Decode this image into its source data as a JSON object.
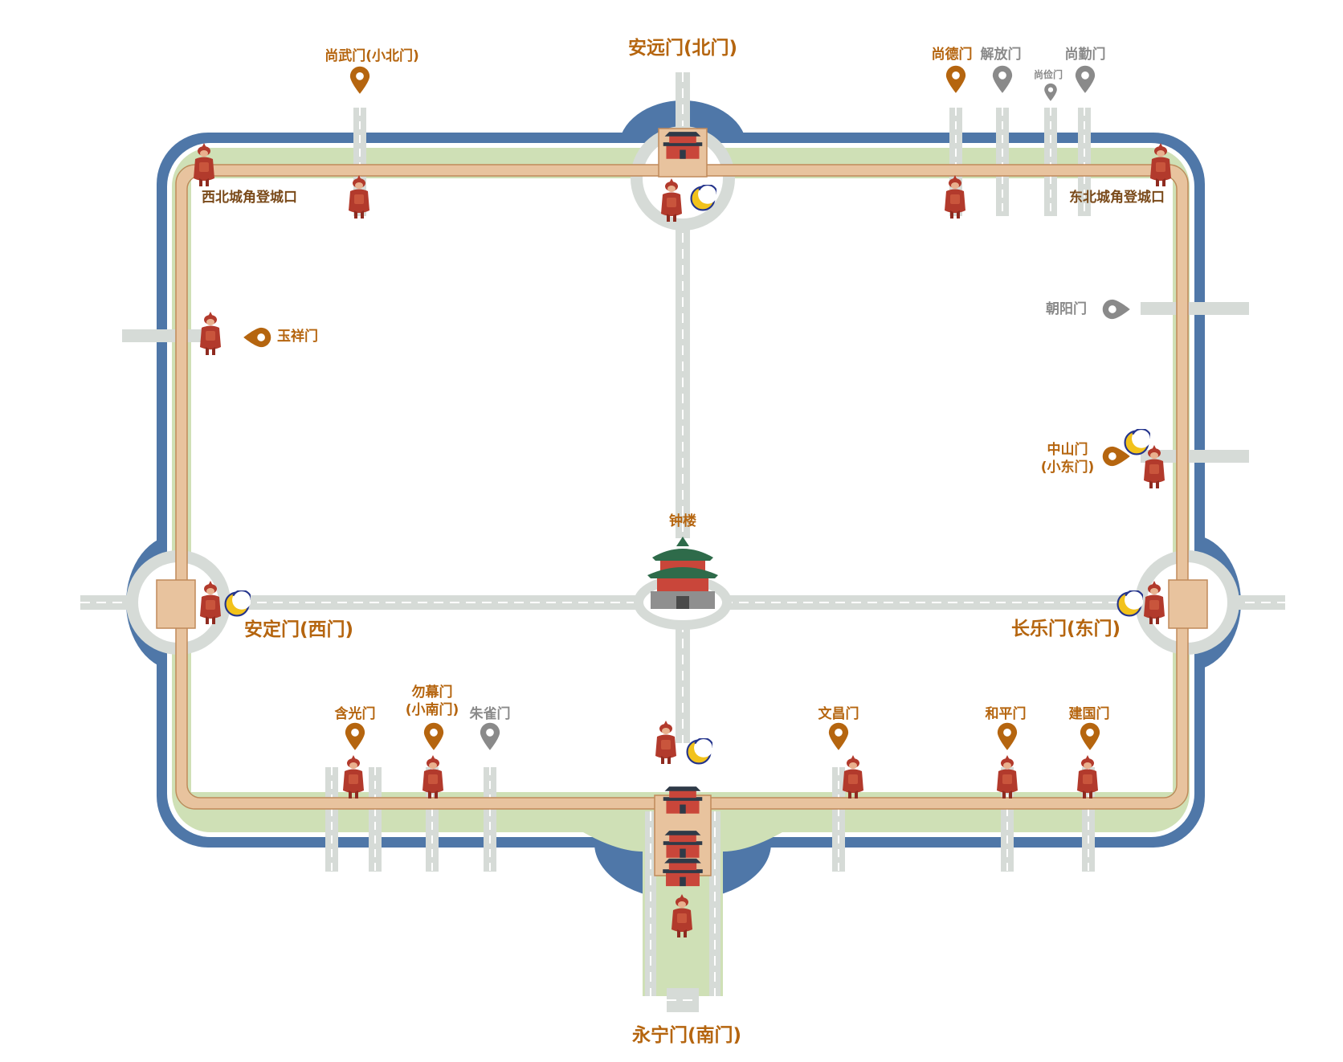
{
  "map": {
    "colors": {
      "moat": "#4f77a8",
      "moat_edge": "#3f6494",
      "green_strip": "#cfe0b6",
      "wall": "#e8c39e",
      "wall_edge": "#c08a5a",
      "road": "#d6dbd7",
      "road_mark": "#ffffff",
      "gold": "#b5650f",
      "grey": "#8a8a8a",
      "guard": "#b23a2c",
      "moon": "#f2c21b",
      "moon_edge": "#24348c"
    },
    "landmark": {
      "label": "钟楼",
      "icon": "bell-tower-icon"
    },
    "major_gates": [
      {
        "id": "north",
        "label": "安远门(北门)"
      },
      {
        "id": "south",
        "label": "永宁门(南门)"
      },
      {
        "id": "west",
        "label": "安定门(西门)"
      },
      {
        "id": "east",
        "label": "长乐门(东门)"
      }
    ],
    "corners": [
      {
        "id": "nw",
        "label": "西北城角登城口"
      },
      {
        "id": "ne",
        "label": "东北城角登城口"
      }
    ],
    "gates": [
      {
        "id": "shangwu",
        "lines": [
          "尚武门(小北门)"
        ],
        "style": "gold"
      },
      {
        "id": "shangde",
        "lines": [
          "尚德门"
        ],
        "style": "gold"
      },
      {
        "id": "jiefang",
        "lines": [
          "解放门"
        ],
        "style": "grey"
      },
      {
        "id": "shangjian",
        "lines": [
          "尚俭门"
        ],
        "style": "tiny"
      },
      {
        "id": "shangqin",
        "lines": [
          "尚勤门"
        ],
        "style": "grey"
      },
      {
        "id": "yuxiang",
        "lines": [
          "玉祥门"
        ],
        "style": "gold"
      },
      {
        "id": "chaoyang",
        "lines": [
          "朝阳门"
        ],
        "style": "grey"
      },
      {
        "id": "zhongshan",
        "lines": [
          "中山门",
          "(小东门)"
        ],
        "style": "gold"
      },
      {
        "id": "hanguang",
        "lines": [
          "含光门"
        ],
        "style": "gold"
      },
      {
        "id": "wumu",
        "lines": [
          "勿幕门",
          "(小南门)"
        ],
        "style": "gold"
      },
      {
        "id": "zhuque",
        "lines": [
          "朱雀门"
        ],
        "style": "grey"
      },
      {
        "id": "wenchang",
        "lines": [
          "文昌门"
        ],
        "style": "gold"
      },
      {
        "id": "heping",
        "lines": [
          "和平门"
        ],
        "style": "gold"
      },
      {
        "id": "jianguo",
        "lines": [
          "建国门"
        ],
        "style": "gold"
      }
    ],
    "legend_icons": {
      "entrance": "guard-figure-icon",
      "night": "crescent-moon-icon",
      "gate_marker": "map-pin-icon"
    }
  }
}
